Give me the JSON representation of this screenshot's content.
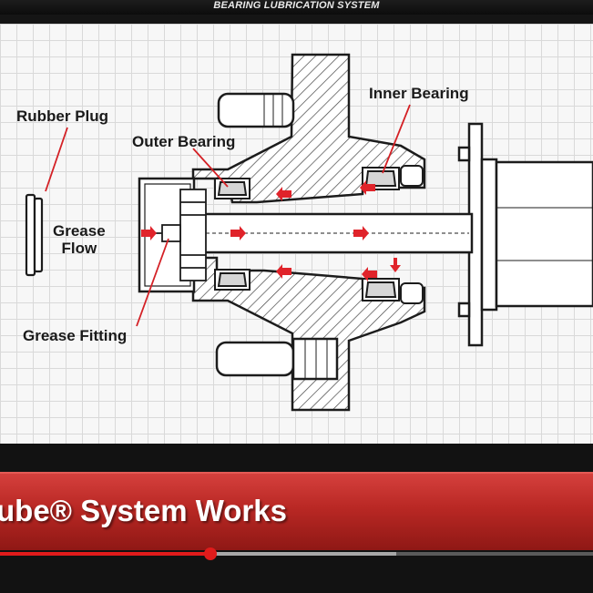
{
  "video": {
    "banner_title": "BEARING LUBRICATION SYSTEM",
    "title_text": "ube® System Works",
    "progress_played_fraction": 0.355,
    "progress_buffered_fraction": 0.668,
    "accent_color": "#e01b1b",
    "title_bar_color": "#b92824"
  },
  "diagram": {
    "labels": {
      "rubber_plug": "Rubber Plug",
      "outer_bearing": "Outer Bearing",
      "inner_bearing": "Inner Bearing",
      "grease_flow_line1": "Grease",
      "grease_flow_line2": "Flow",
      "grease_fitting": "Grease Fitting"
    },
    "arrow_color": "#e0232a",
    "callout_line_color": "#d42025"
  }
}
